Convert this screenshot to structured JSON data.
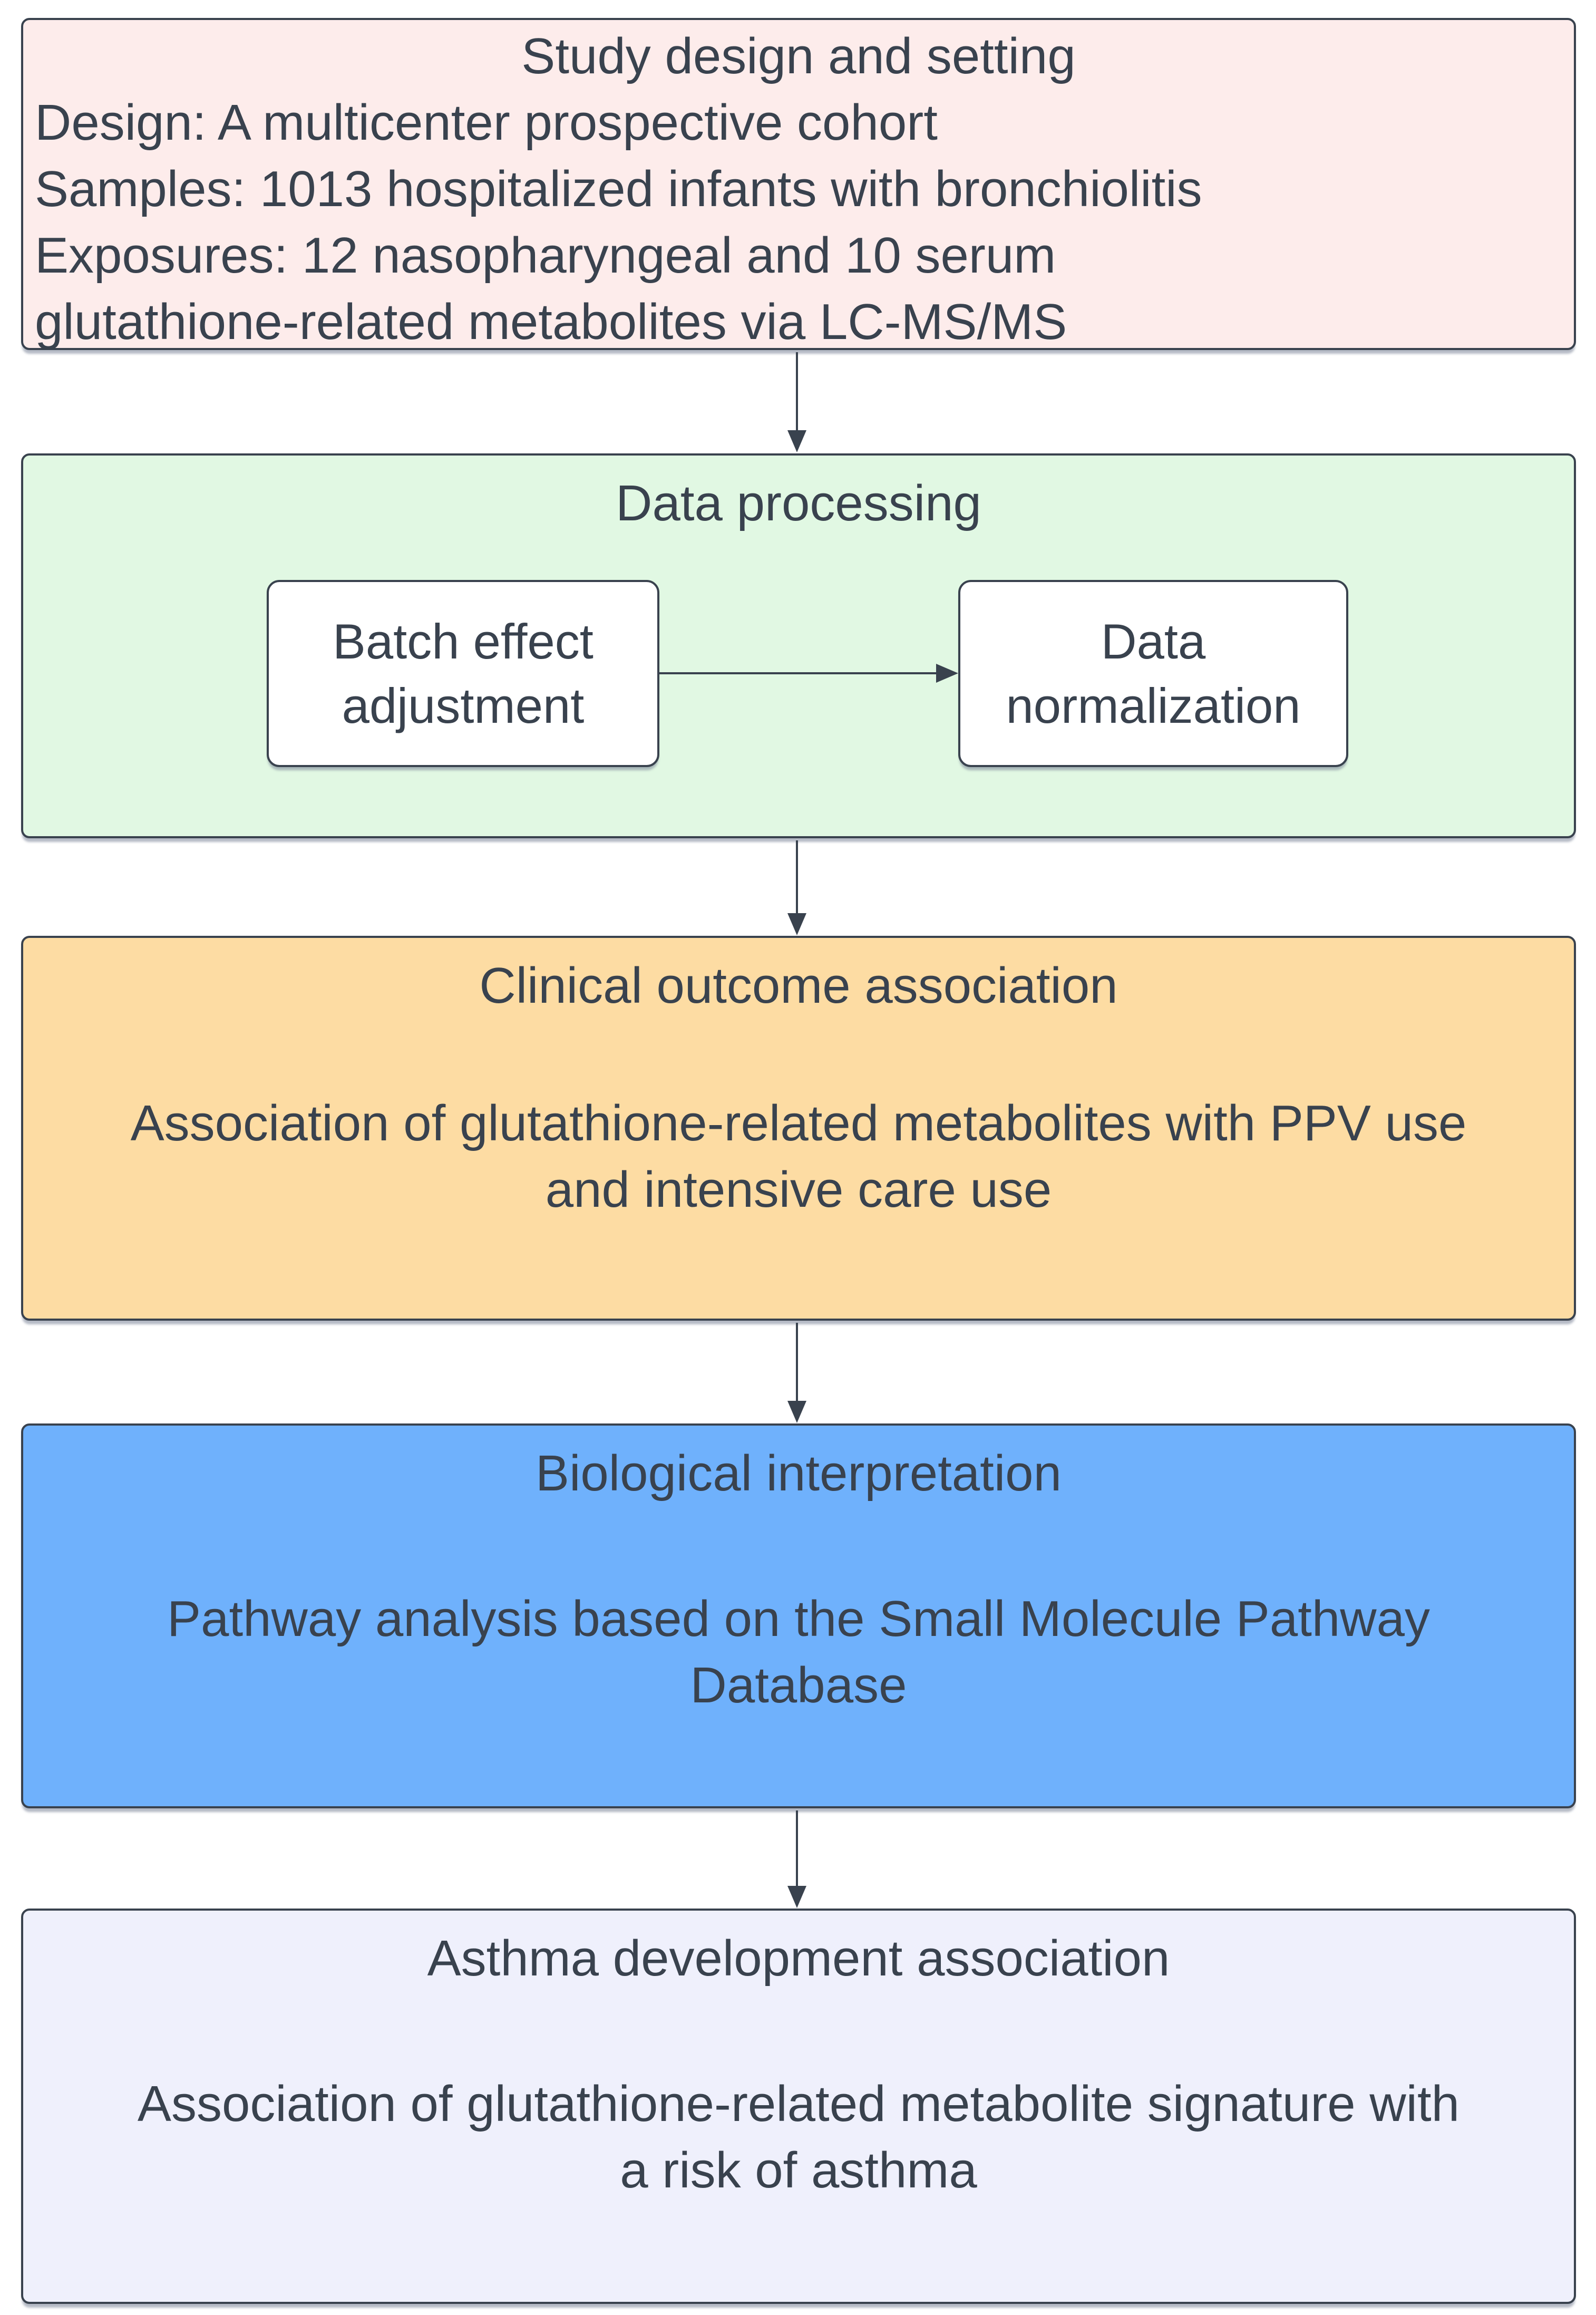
{
  "diagram": {
    "colors": {
      "border": "#39424e",
      "text": "#39424e",
      "background": "#ffffff",
      "study_fill": "#fdeceb",
      "processing_fill": "#e1f8e3",
      "step_fill": "#ffffff",
      "clinical_fill": "#fddca3",
      "biological_fill": "#6fb1fc",
      "asthma_fill": "#eff0fc"
    },
    "study": {
      "title": "Study design and setting",
      "lines": [
        "Design: A multicenter prospective cohort",
        "Samples: 1013 hospitalized infants with bronchiolitis",
        "Exposures: 12 nasopharyngeal and 10 serum",
        "glutathione-related metabolites via LC-MS/MS"
      ]
    },
    "processing": {
      "title": "Data processing",
      "steps": [
        {
          "lines": [
            "Batch effect",
            "adjustment"
          ]
        },
        {
          "lines": [
            "Data",
            "normalization"
          ]
        }
      ]
    },
    "clinical": {
      "title": "Clinical outcome association",
      "lines": [
        "Association of glutathione-related metabolites with PPV use",
        "and intensive care use"
      ]
    },
    "biological": {
      "title": "Biological interpretation",
      "lines": [
        "Pathway analysis based on the Small Molecule Pathway",
        "Database"
      ]
    },
    "asthma": {
      "title": "Asthma development association",
      "lines": [
        "Association of glutathione-related metabolite signature with",
        "a risk of asthma"
      ]
    }
  }
}
